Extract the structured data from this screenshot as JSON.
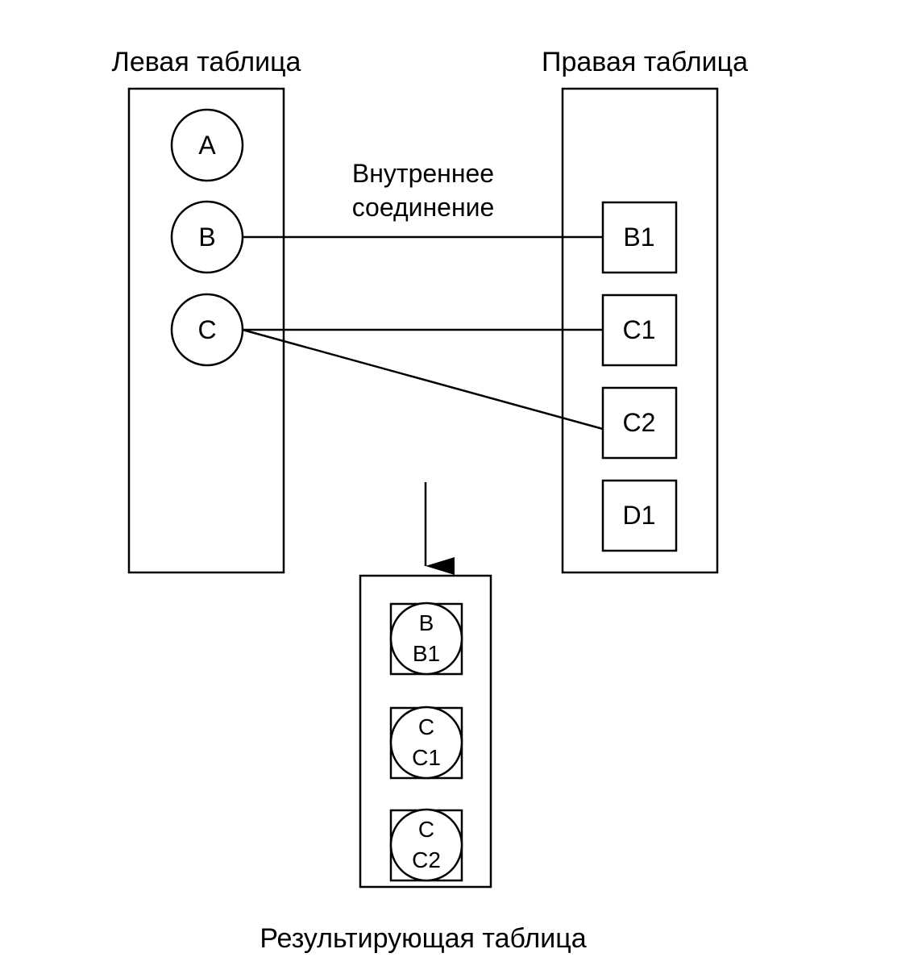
{
  "left_table": {
    "title": "Левая таблица",
    "items": [
      "A",
      "B",
      "C"
    ]
  },
  "right_table": {
    "title": "Правая таблица",
    "items": [
      "B1",
      "C1",
      "C2",
      "D1"
    ]
  },
  "join_label": {
    "line1": "Внутреннее",
    "line2": "соединение"
  },
  "result_table": {
    "title": "Результирующая таблица",
    "rows": [
      {
        "left": "B",
        "right": "B1"
      },
      {
        "left": "C",
        "right": "C1"
      },
      {
        "left": "C",
        "right": "C2"
      }
    ]
  }
}
